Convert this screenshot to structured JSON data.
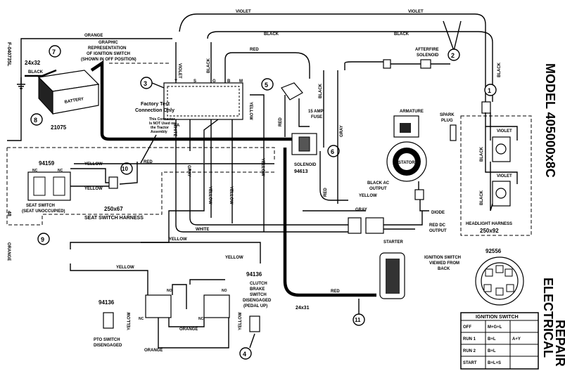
{
  "title_right": "MODEL 405000x8C",
  "section_right_1": "REPAIR",
  "section_right_2": "ELECTRICAL",
  "doc_code": "F-040735L",
  "page_number": "48",
  "page_color_tab": "ORANGE",
  "callouts": [
    "1",
    "2",
    "3",
    "4",
    "5",
    "6",
    "7",
    "8",
    "9",
    "10",
    "11"
  ],
  "parts": {
    "battery_cable": "24x32",
    "battery_num": "21075",
    "battery_label": "BATTERY",
    "seat_switch_num": "94159",
    "seat_switch_desc_1": "SEAT SWITCH",
    "seat_switch_desc_2": "(SEAT UNOCCUPIED)",
    "seat_harness_num": "250x67",
    "seat_harness_desc": "SEAT SWITCH HARNESS",
    "solenoid_label": "SOLENOID",
    "solenoid_num": "94613",
    "fuse_label_1": "15 AMP",
    "fuse_label_2": "FUSE",
    "afterfire_1": "AFTERFIRE",
    "afterfire_2": "SOLENOID",
    "armature": "ARMATURE",
    "spark_1": "SPARK",
    "spark_2": "PLUG",
    "stator": "STATOR",
    "black_ac_1": "BLACK AC",
    "black_ac_2": "OUTPUT",
    "diode": "DIODE",
    "red_dc_1": "RED DC",
    "red_dc_2": "OUTPUT",
    "starter": "STARTER",
    "starter_cable": "24x31",
    "headlight_harness_1": "HEADLIGHT HARNESS",
    "headlight_harness_2": "250x92",
    "pto_num": "94136",
    "pto_desc_1": "PTO SWITCH",
    "pto_desc_2": "DISENGAGED",
    "clutch_num": "94136",
    "clutch_desc": [
      "CLUTCH",
      "BRAKE",
      "SWITCH",
      "DISENGAGED",
      "(PEDAL UP)"
    ],
    "ign_graphic": [
      "GRAPHIC",
      "REPRESENTATION",
      "OF IGNITION SWITCH",
      "(SHOWN IN OFF POSITION)"
    ],
    "factory_test_1": "Factory Test",
    "factory_test_2": "Connection Only",
    "factory_note": [
      "This Connector",
      "Is NOT Used on",
      "the Tractor",
      "Assembly"
    ],
    "ign_view_num": "92556",
    "ign_view_desc": [
      "IGNITION SWITCH",
      "VIEWED FROM",
      "BACK"
    ],
    "ign_terminals": [
      "Y",
      "S",
      "G",
      "B",
      "M",
      "A"
    ]
  },
  "wire_labels": {
    "violet": "VIOLET",
    "black": "BLACK",
    "orange": "ORANGE",
    "red": "RED",
    "yellow": "YELLOW",
    "white": "WHITE",
    "gray": "GRAY",
    "nc": "NC",
    "no": "NO"
  },
  "ignition_table": {
    "title": "IGNITION SWITCH",
    "rows": [
      {
        "pos": "OFF",
        "a": "M+G+L",
        "b": ""
      },
      {
        "pos": "RUN 1",
        "a": "B+L",
        "b": "A+Y"
      },
      {
        "pos": "RUN 2",
        "a": "B+L",
        "b": ""
      },
      {
        "pos": "START",
        "a": "B+L+S",
        "b": ""
      }
    ]
  }
}
